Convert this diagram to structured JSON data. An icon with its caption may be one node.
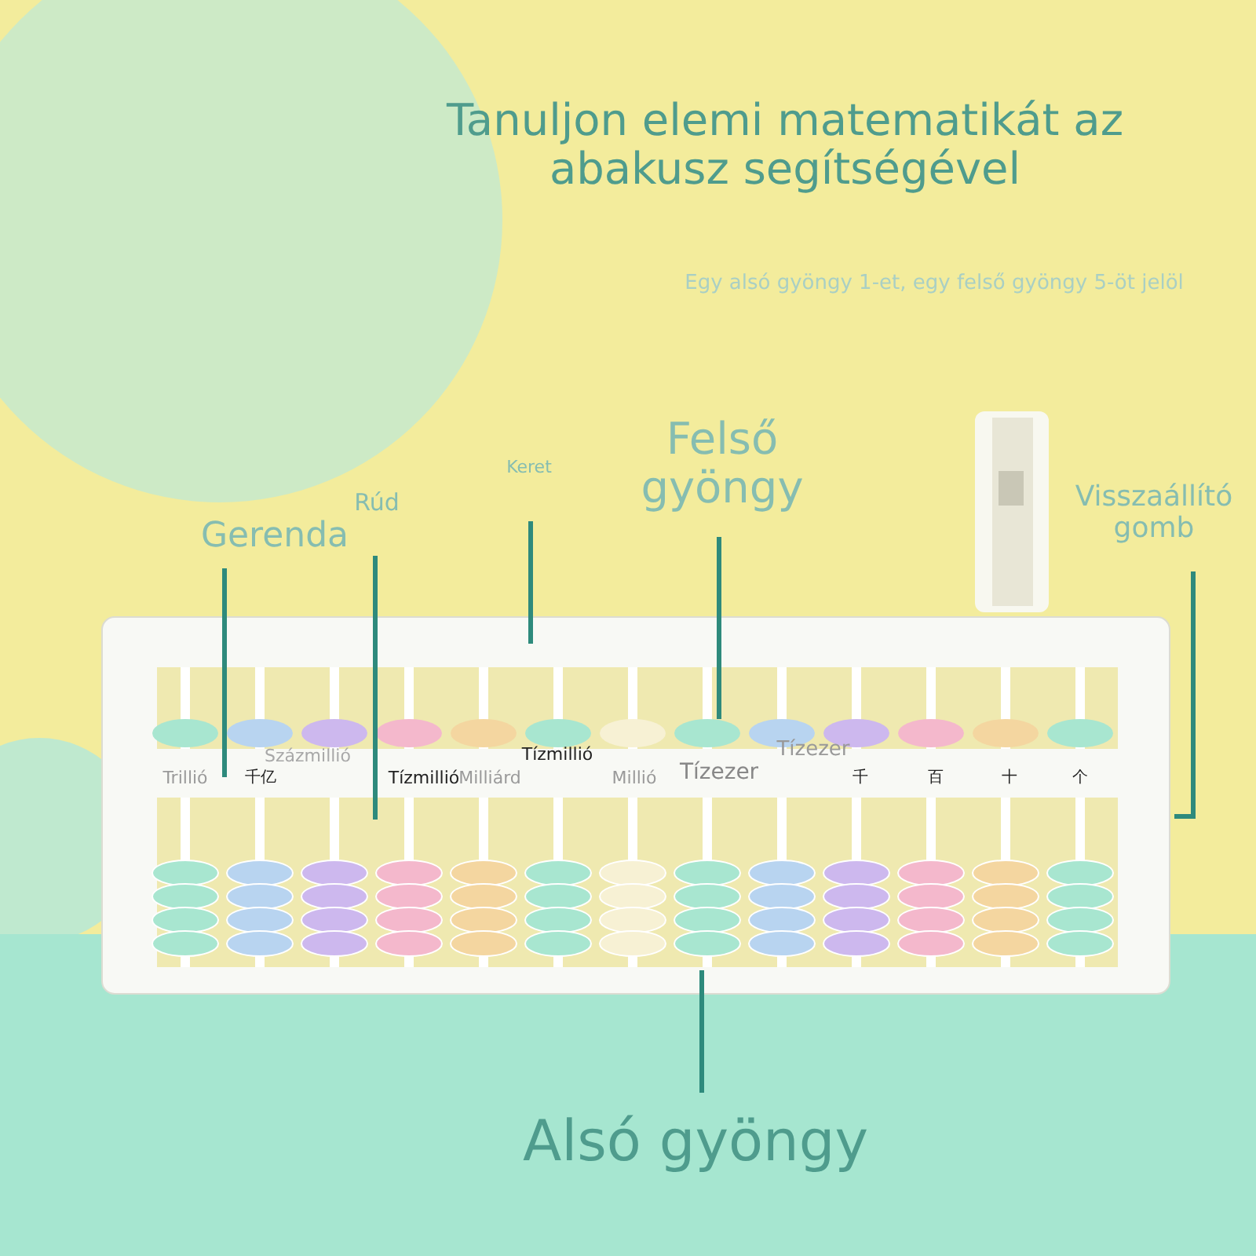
{
  "diagram": {
    "title": "Tanuljon elemi matematikát az abakusz segítségével",
    "caption": "Egy alsó gyöngy 1-et, egy felső gyöngy 5-öt jelöl",
    "nodes": [
      {
        "text": [
          "Gerenda"
        ]
      },
      {
        "text": [
          "Rúd"
        ]
      },
      {
        "text": [
          "Keret"
        ]
      },
      {
        "text": [
          "Felső gyöngy"
        ]
      },
      {
        "text": [
          "Visszaállító gomb"
        ]
      },
      {
        "text": [
          "Alsó gyöngy"
        ]
      }
    ],
    "edges": [
      {
        "from": 0,
        "to": null,
        "arrow": "none"
      },
      {
        "from": 1,
        "to": null,
        "arrow": "none"
      },
      {
        "from": 2,
        "to": null,
        "arrow": "none"
      },
      {
        "from": 3,
        "to": null,
        "arrow": "none"
      },
      {
        "from": 4,
        "to": null,
        "arrow": "none"
      },
      {
        "from": 5,
        "to": null,
        "arrow": "none"
      }
    ],
    "labels": [
      "Trillió",
      "千亿",
      "Százmillió",
      "Tízmillió",
      "Milliárd",
      "Tízmillió",
      "Millió",
      "Tízezer",
      "Tízezer",
      "千",
      "百",
      "十",
      "个"
    ]
  }
}
